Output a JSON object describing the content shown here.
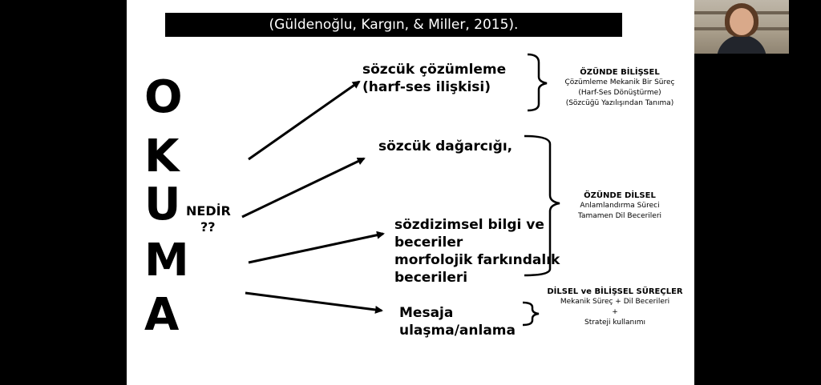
{
  "citation": "(Güldenoğlu, Kargın,  & Miller,  2015).",
  "okuma_letters": [
    "O",
    "K",
    "U",
    "M",
    "A"
  ],
  "nedir": {
    "line1": "NEDİR",
    "line2": "??"
  },
  "items": [
    {
      "lines": [
        "sözcük çözümleme",
        "(harf-ses ilişkisi)"
      ]
    },
    {
      "lines": [
        "sözcük dağarcığı,"
      ]
    },
    {
      "lines": [
        "sözdizimsel bilgi ve",
        "beceriler",
        "morfolojik farkındalık",
        "becerileri"
      ]
    },
    {
      "lines": [
        "Mesaja",
        "ulaşma/anlama"
      ]
    }
  ],
  "right_groups": [
    {
      "title": "ÖZÜNDE BİLİŞSEL",
      "lines": [
        "Çözümleme Mekanik Bir Süreç",
        "(Harf-Ses Dönüştürme)",
        "(Sözcüğü Yazılışından Tanıma)"
      ]
    },
    {
      "title": "ÖZÜNDE DİLSEL",
      "lines": [
        "Anlamlandırma Süreci",
        "Tamamen Dil Becerileri"
      ]
    },
    {
      "title": "DİLSEL ve BİLİŞSEL SÜREÇLER",
      "lines": [
        "Mekanik Süreç + Dil Becerileri",
        "+",
        "Strateji kullanımı"
      ]
    }
  ]
}
